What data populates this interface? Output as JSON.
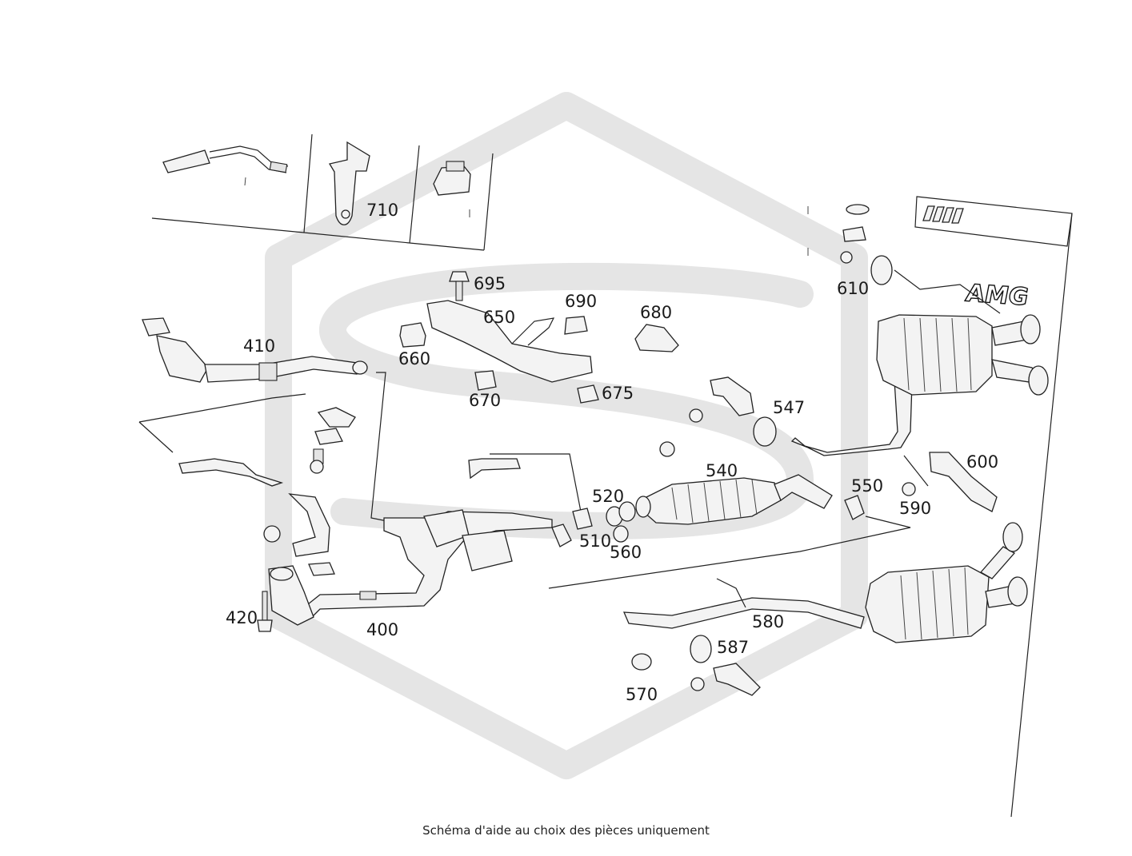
{
  "caption": "Schéma d'aide au choix des pièces uniquement",
  "logo": {
    "text": "AMG"
  },
  "parts": [
    {
      "id": "710",
      "label": "710"
    },
    {
      "id": "695",
      "label": "695"
    },
    {
      "id": "650",
      "label": "650"
    },
    {
      "id": "690",
      "label": "690"
    },
    {
      "id": "680",
      "label": "680"
    },
    {
      "id": "410",
      "label": "410"
    },
    {
      "id": "660",
      "label": "660"
    },
    {
      "id": "670",
      "label": "670"
    },
    {
      "id": "675",
      "label": "675"
    },
    {
      "id": "610",
      "label": "610"
    },
    {
      "id": "547",
      "label": "547"
    },
    {
      "id": "540",
      "label": "540"
    },
    {
      "id": "600",
      "label": "600"
    },
    {
      "id": "520",
      "label": "520"
    },
    {
      "id": "550",
      "label": "550"
    },
    {
      "id": "590",
      "label": "590"
    },
    {
      "id": "510",
      "label": "510"
    },
    {
      "id": "560",
      "label": "560"
    },
    {
      "id": "420",
      "label": "420"
    },
    {
      "id": "400",
      "label": "400"
    },
    {
      "id": "580",
      "label": "580"
    },
    {
      "id": "587",
      "label": "587"
    },
    {
      "id": "570",
      "label": "570"
    }
  ]
}
